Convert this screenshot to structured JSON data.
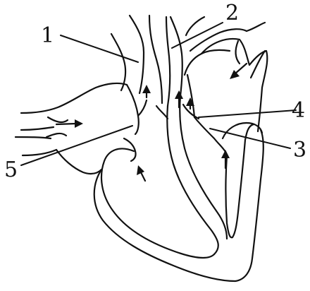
{
  "callouts": [
    {
      "id": "1",
      "text": "1"
    },
    {
      "id": "2",
      "text": "2"
    },
    {
      "id": "3",
      "text": "3"
    },
    {
      "id": "4",
      "text": "4"
    },
    {
      "id": "5",
      "text": "5"
    }
  ],
  "colors": {
    "line": "#111111",
    "background": "#ffffff"
  }
}
